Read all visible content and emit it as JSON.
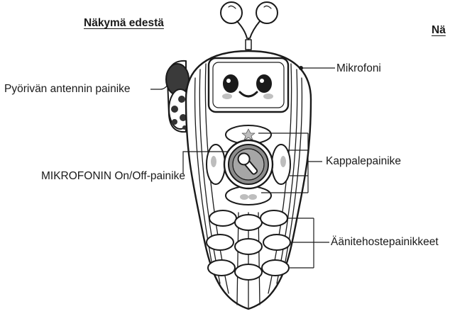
{
  "headings": {
    "front": "Näkymä edestä",
    "side_cut": "Nä"
  },
  "labels": {
    "antenna_button": "Pyörivän antennin painike",
    "microphone": "Mikrofoni",
    "song_buttons": "Kappalepainike",
    "mic_toggle": "MIKROFONIN On/Off-painike",
    "sound_effects": "Äänitehostepainikkeet"
  }
}
